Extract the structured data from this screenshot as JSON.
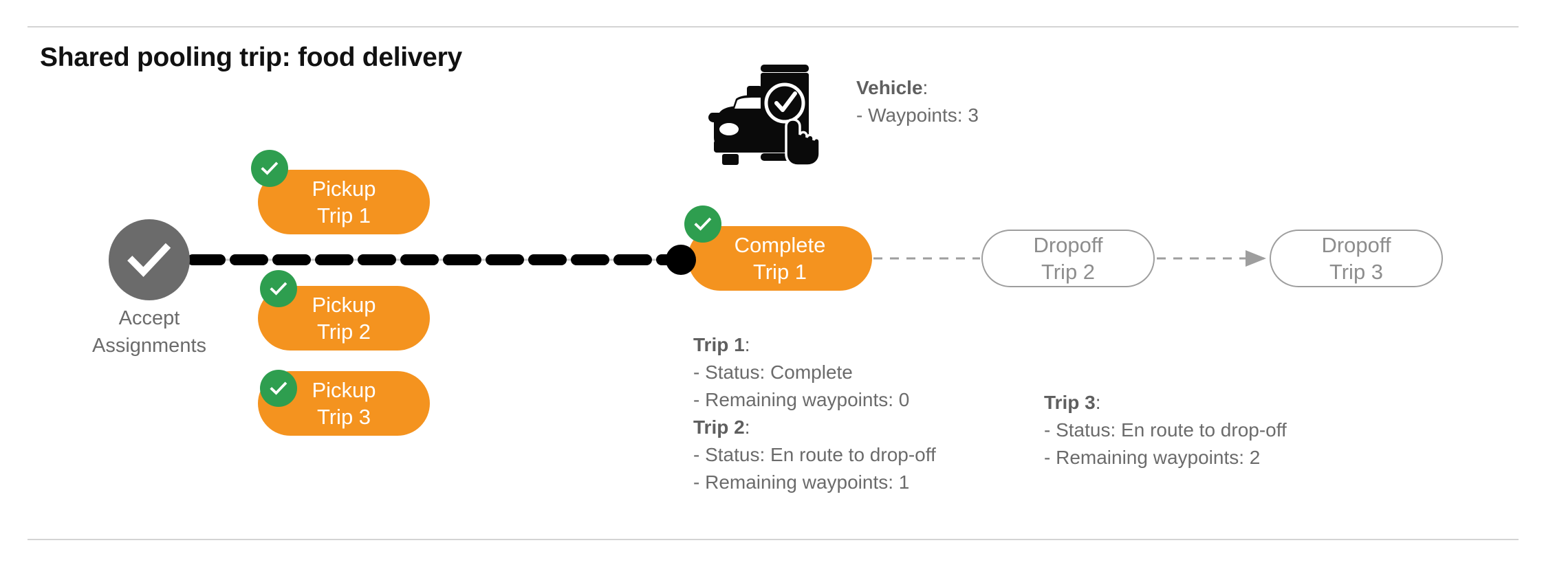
{
  "slide": {
    "title": "Shared pooling trip: food delivery",
    "accent_orange": "#F4931F",
    "accent_green": "#2E9E4F",
    "accent_gray": "#6b6b6b",
    "rule_color": "#d4d4d4"
  },
  "start_node": {
    "icon": "check-circle-icon",
    "label_line1": "Accept",
    "label_line2": "Assignments"
  },
  "pickups": [
    {
      "line1": "Pickup",
      "line2": "Trip 1",
      "badge": "check-badge-icon",
      "state": "complete"
    },
    {
      "line1": "Pickup",
      "line2": "Trip 2",
      "badge": "check-badge-icon",
      "state": "complete"
    },
    {
      "line1": "Pickup",
      "line2": "Trip 3",
      "badge": "check-badge-icon",
      "state": "complete"
    }
  ],
  "complete_node": {
    "line1": "Complete",
    "line2": "Trip 1",
    "badge": "check-badge-icon",
    "state": "complete"
  },
  "dropoffs": [
    {
      "line1": "Dropoff",
      "line2": "Trip 2",
      "state": "pending"
    },
    {
      "line1": "Dropoff",
      "line2": "Trip 3",
      "state": "pending"
    }
  ],
  "vehicle_info": {
    "icon": "vehicle-app-check-icon",
    "heading": "Vehicle",
    "heading_colon": ":",
    "line1": "- Waypoints: 3"
  },
  "trip_info_left": {
    "trip1_heading": "Trip 1",
    "trip1_heading_colon": ":",
    "trip1_status": "- Status:  Complete",
    "trip1_waypoints": "- Remaining waypoints: 0",
    "trip2_heading": "Trip 2",
    "trip2_heading_colon": ":",
    "trip2_status": "- Status:  En route to drop-off",
    "trip2_waypoints": "- Remaining waypoints: 1"
  },
  "trip_info_right": {
    "trip3_heading": "Trip 3",
    "trip3_heading_colon": ":",
    "trip3_status": "- Status:  En route to drop-off",
    "trip3_waypoints": "- Remaining waypoints: 2"
  }
}
